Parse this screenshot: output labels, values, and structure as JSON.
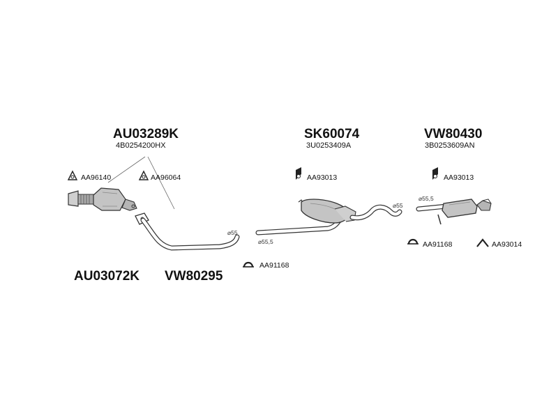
{
  "part_numbers": {
    "catalytic": "AU03289K",
    "catalytic_oe": "4B0254200HX",
    "front_pipe": "AU03072K",
    "front_pipe_alt": "VW80295",
    "middle_silencer": "SK60074",
    "middle_silencer_oe": "3U0253409A",
    "rear_silencer": "VW80430",
    "rear_silencer_oe": "3B0253609AN"
  },
  "accessories": {
    "gasket_1": "AA96140",
    "gasket_2": "AA96064",
    "clamp_front": "AA91168",
    "hanger_middle": "AA93013",
    "hanger_rear": "AA93013",
    "clamp_rear": "AA91168",
    "bracket_rear": "AA93014"
  },
  "diameters": {
    "front_pipe_end": "55",
    "middle_inlet": "55,5",
    "middle_outlet": "55",
    "rear_inlet": "55,5"
  },
  "colors": {
    "line": "#333333",
    "part_fill": "#bdbdbd"
  }
}
